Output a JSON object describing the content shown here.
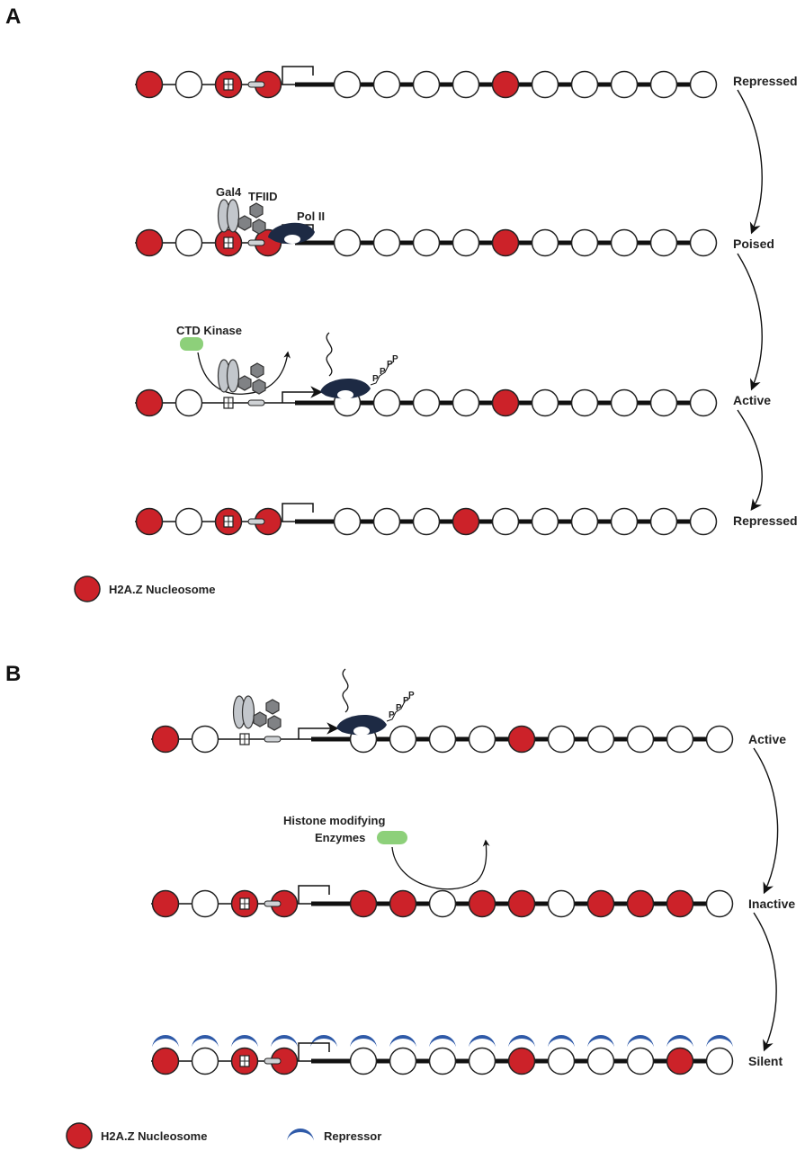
{
  "colors": {
    "h2az": "#cc2229",
    "open_nucleosome": "#ffffff",
    "pol2": "#1d2a44",
    "gal4": "#c3c7cc",
    "tfiid": "#808285",
    "enzyme": "#8dd07a",
    "repressor": "#2f5aa8",
    "dna": "#111111"
  },
  "panel_a": {
    "label": "A",
    "states": [
      "Repressed",
      "Poised",
      "Active",
      "Repressed"
    ],
    "factors": {
      "gal4": "Gal4",
      "tfiid": "TFIID",
      "pol2": "Pol II",
      "kinase": "CTD Kinase",
      "phospho": "P"
    },
    "legend": {
      "h2az": "H2A.Z Nucleosome"
    },
    "rows": [
      {
        "nucleosomes": "R O R R - O O O O R O O O O O"
      },
      {
        "nucleosomes": "R O R R - O O O O R O O O O O"
      },
      {
        "nucleosomes": "R O x x - O O O O R O O O O O"
      },
      {
        "nucleosomes": "R O R R - O O O R O O O O O O"
      }
    ]
  },
  "panel_b": {
    "label": "B",
    "states": [
      "Active",
      "Inactive",
      "Silent"
    ],
    "enzyme_line1": "Histone modifying",
    "enzyme_line2": "Enzymes",
    "legend": {
      "h2az": "H2A.Z Nucleosome",
      "repressor": "Repressor"
    },
    "rows": [
      {
        "nucleosomes": "R O x x - O O O O R O O O O O"
      },
      {
        "nucleosomes": "R O R R - R R O R R O R R R O"
      },
      {
        "nucleosomes": "R O R R - O O O O R O O O R O"
      }
    ]
  }
}
